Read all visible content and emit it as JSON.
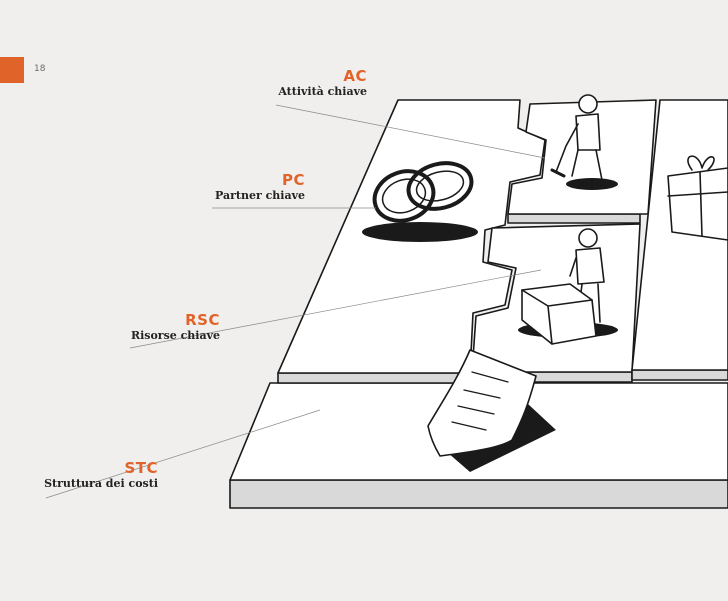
{
  "page": {
    "number": "18"
  },
  "colors": {
    "accent": "#e0632a",
    "ink": "#1a1a1a",
    "tile": "#ffffff",
    "tile_side": "#d9d9d9"
  },
  "callouts": {
    "ac": {
      "code": "AC",
      "label": "Attività chiave"
    },
    "pc": {
      "code": "PC",
      "label": "Partner chiave"
    },
    "rsc": {
      "code": "RSC",
      "label": "Risorse chiave"
    },
    "stc": {
      "code": "STC",
      "label": "Struttura dei costi"
    }
  },
  "illustration": {
    "icons": [
      "rings-icon",
      "worker-digging-icon",
      "gift-icon",
      "person-with-crates-icon",
      "invoice-document-icon"
    ]
  }
}
